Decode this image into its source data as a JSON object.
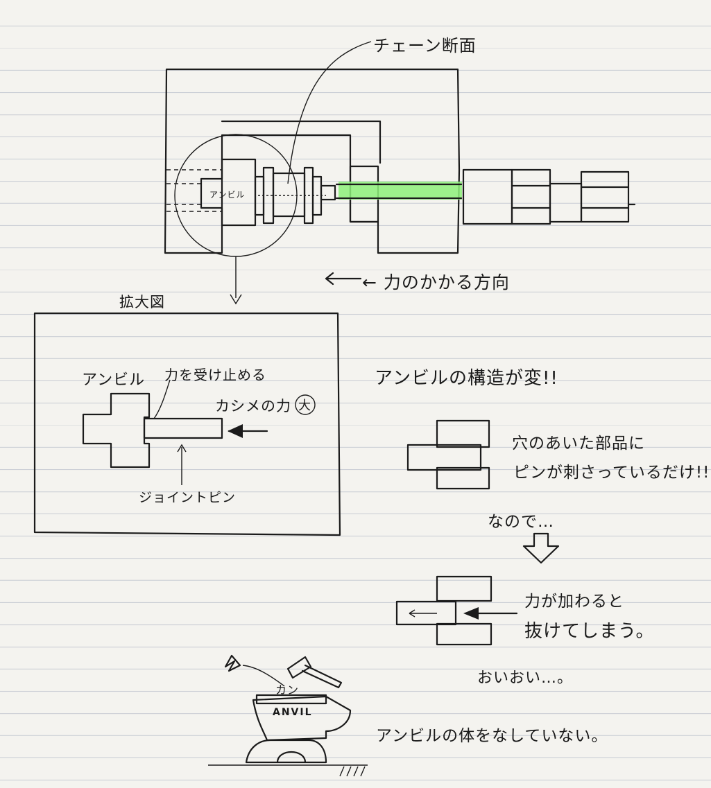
{
  "labels": {
    "chain_section": "チェーン断面",
    "anvil_small": "アンビル",
    "force_direction": "← 力のかかる方向",
    "enlarged_view": "拡大図",
    "anvil": "アンビル",
    "receive_force": "力を受け止める",
    "crimp_force": "カシメの力",
    "crimp_force_mark": "大",
    "joint_pin": "ジョイントピン",
    "anvil_structure": "アンビルの構造が変!!",
    "note_line1": "穴のあいた部品に",
    "note_line2": "ピンが刺さっているだけ!!",
    "so": "なので…",
    "force_line1": "力が加わると",
    "force_line2": "抜けてしまう。",
    "oioi": "おいおい…。",
    "anvil_word": "ANVIL",
    "kan": "カン",
    "conclusion": "アンビルの体をなしていない。"
  },
  "colors": {
    "ink": "#1b1b1b",
    "highlight_green": "#8df07a",
    "paper": "#f4f3ef",
    "ruled_line": "#c9cdd4"
  }
}
